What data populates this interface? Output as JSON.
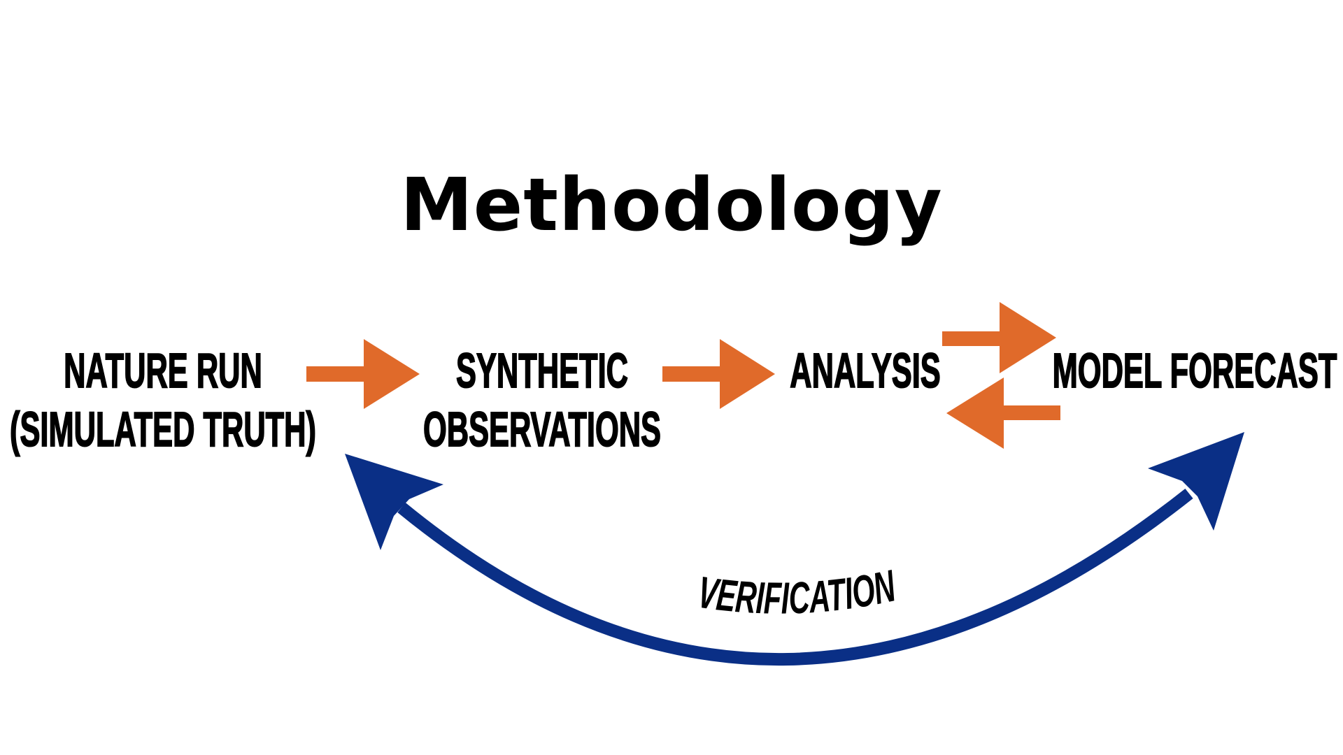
{
  "title": "Methodology",
  "nodes": {
    "nature_run": {
      "line1": "NATURE RUN",
      "line2": "(SIMULATED TRUTH)"
    },
    "synthetic_observations": {
      "line1": "SYNTHETIC",
      "line2": "OBSERVATIONS"
    },
    "analysis": {
      "line1": "ANALYSIS"
    },
    "model_forecast": {
      "line1": "MODEL FORECAST"
    }
  },
  "verification_label": "VERIFICATION",
  "colors": {
    "flow_arrow": "#e06a2a",
    "verification_arrow": "#0a2f86",
    "text": "#000000"
  }
}
